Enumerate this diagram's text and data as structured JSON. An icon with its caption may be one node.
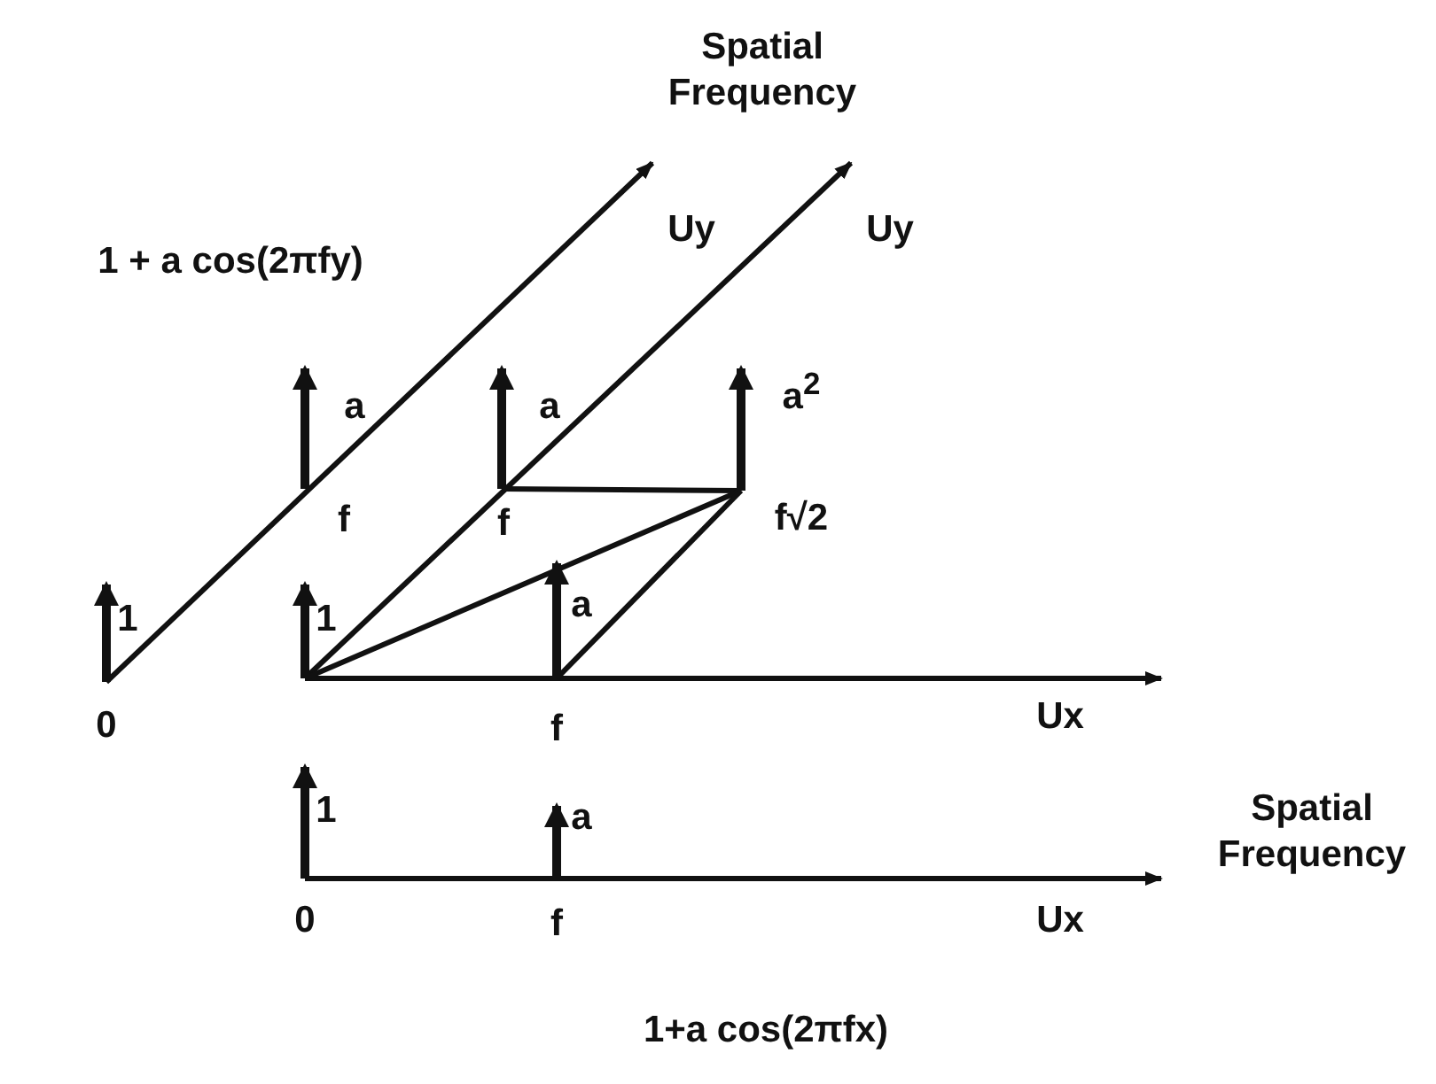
{
  "diagram": {
    "labels": [
      "Spatial Frequency",
      "Uy",
      "Uy",
      "1 + a cos(2πfy)",
      "a",
      "a",
      "a$^{2}$",
      "f",
      "f",
      "f√2",
      "1",
      "1",
      "a",
      "0",
      "f",
      "Ux",
      "Spatial Frequency",
      "1",
      "a",
      "0",
      "f",
      "Ux",
      "1+a cos(2πfx)"
    ]
  }
}
